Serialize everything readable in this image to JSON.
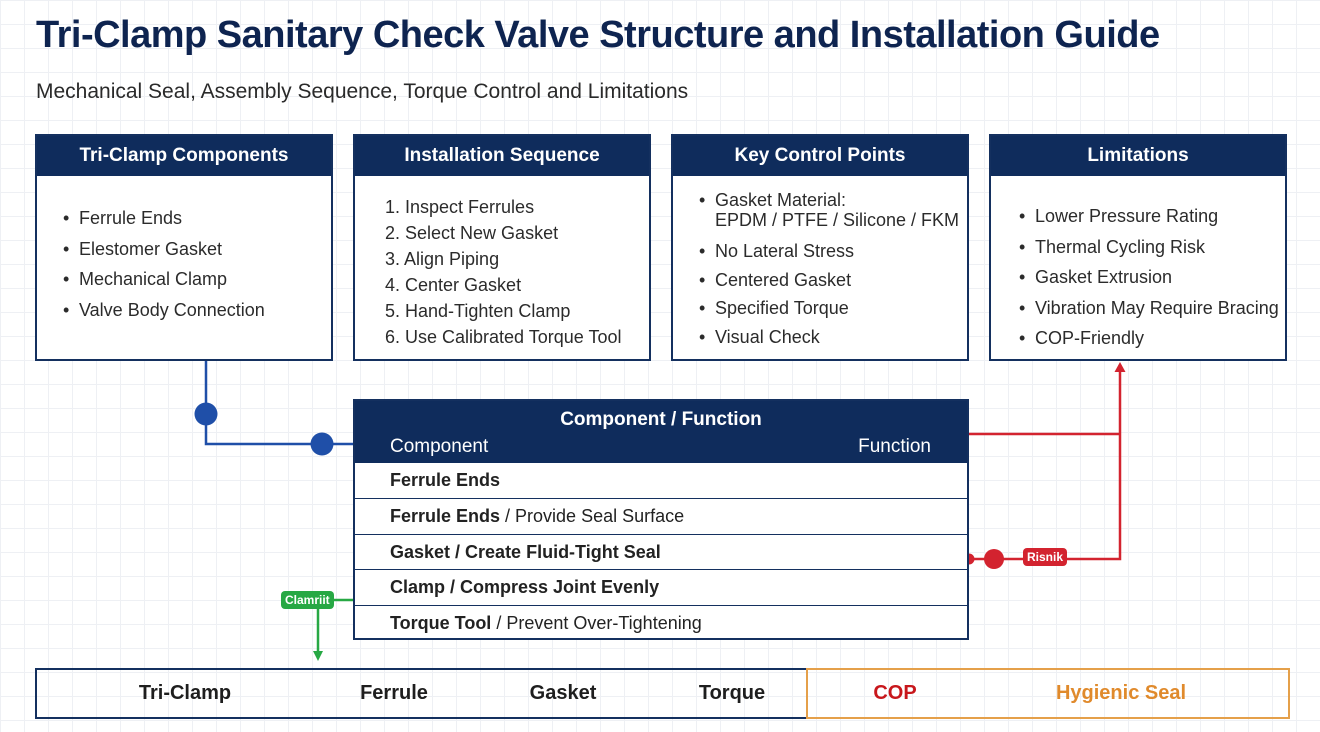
{
  "title": "Tri-Clamp Sanitary Check Valve Structure and Installation Guide",
  "subtitle": "Mechanical Seal, Assembly Sequence, Torque Control and Limitations",
  "cards": {
    "components": {
      "heading": "Tri-Clamp Components",
      "items": [
        "Ferrule Ends",
        "Elestomer Gasket",
        "Mechanical Clamp",
        "Valve Body Connection"
      ]
    },
    "install": {
      "heading": "Installation Sequence",
      "items": [
        "1. Inspect Ferrules",
        "2. Select New Gasket",
        "3. Align Piping",
        "4. Center Gasket",
        "5. Hand-Tighten Clamp",
        "6. Use Calibrated Torque Tool"
      ]
    },
    "control": {
      "heading": "Key Control Points",
      "gasket_line1": "Gasket Material:",
      "gasket_line2": "EPDM / PTFE / Silicone / FKM",
      "items": [
        "No Lateral Stress",
        "Centered Gasket",
        "Specified Torque",
        "Visual Check"
      ]
    },
    "limits": {
      "heading": "Limitations",
      "items": [
        "Lower Pressure Rating",
        "Thermal Cycling Risk",
        "Gasket Extrusion",
        "Vibration May Require Bracing",
        "COP-Friendly"
      ]
    }
  },
  "table": {
    "title": "Component / Function",
    "col_component": "Component",
    "col_function": "Function",
    "rows": [
      {
        "bold": "Ferrule Ends",
        "rest": ""
      },
      {
        "bold": "Ferrule Ends",
        "rest": " / Provide Seal Surface"
      },
      {
        "bold": "Gasket / Create Fluid-Tight Seal",
        "rest": ""
      },
      {
        "bold": "Clamp / Compress Joint Evenly",
        "rest": ""
      },
      {
        "bold": "Torque Tool",
        "rest": " / Prevent Over-Tightening"
      }
    ]
  },
  "tags": {
    "risk": "Risnik",
    "clamp": "Clamriit"
  },
  "bottom_bar": {
    "left": [
      "Tri-Clamp",
      "Ferrule",
      "Gasket",
      "Torque"
    ],
    "cop": "COP",
    "hygienic": "Hygienic Seal"
  },
  "colors": {
    "navy": "#0f2c5c",
    "blue_connector": "#1f4fa8",
    "red_connector": "#d3232f",
    "green_connector": "#27a844",
    "cop_text": "#c8171c",
    "hygienic_text": "#e08a2c",
    "orange_border": "#e5a04a"
  }
}
